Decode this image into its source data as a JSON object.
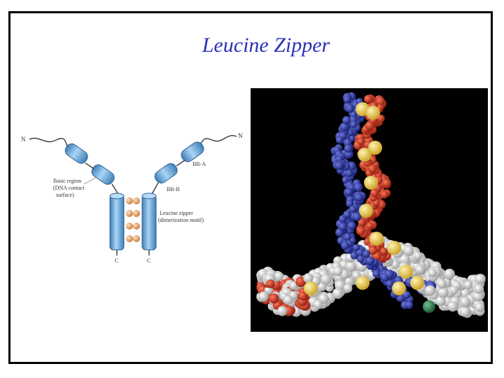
{
  "slide": {
    "title": "Leucine Zipper"
  },
  "diagram": {
    "labels": {
      "n_left": "N",
      "n_right": "N",
      "br_a": "BR-A",
      "br_b": "BR-B",
      "basic_region_line1": "Basic region",
      "basic_region_line2": "(DNA contact",
      "basic_region_line3": "surface)",
      "zipper_line1": "Leucine zipper",
      "zipper_line2": "(dimerization motif)",
      "c_left": "C",
      "c_right": "C"
    },
    "colors": {
      "helix": "#7fb6e6",
      "helix_dark": "#3e7fb8",
      "leucine": "#f0b27a"
    }
  },
  "model": {
    "colors": {
      "background": "#000000",
      "blue_strand": "#2a35a8",
      "red_strand": "#d8321e",
      "yellow_atoms": "#f1d45a",
      "dna": "#e8e8e8",
      "green_atom": "#2e7d4f"
    }
  }
}
